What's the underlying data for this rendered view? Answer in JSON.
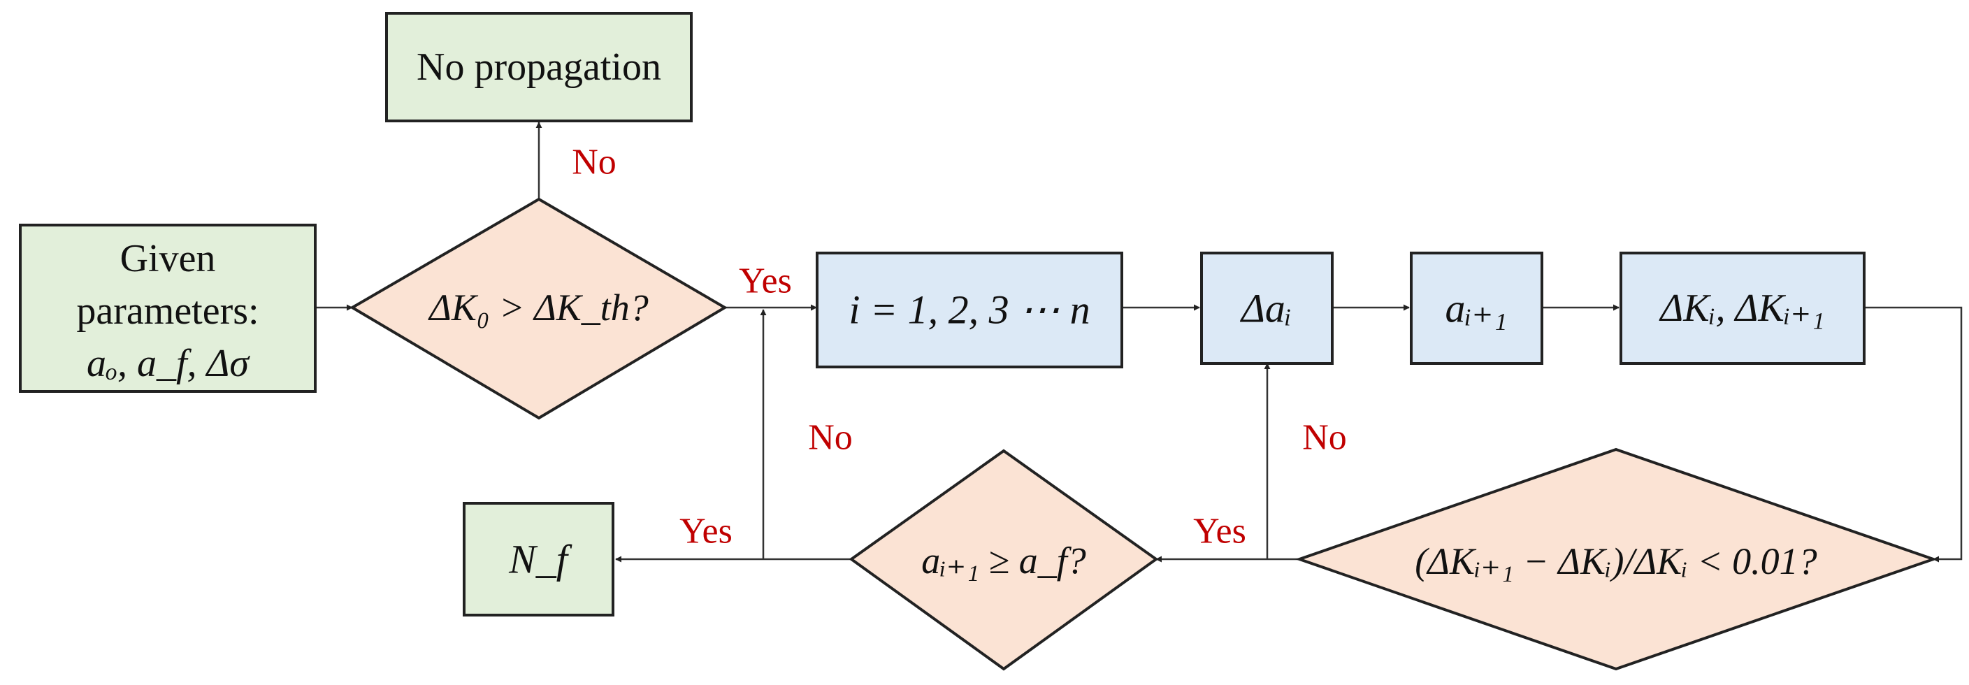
{
  "colors": {
    "start_box": "#e2efda",
    "process_box": "#dce9f6",
    "decision": "#fbe3d4",
    "branch_label": "#c00000",
    "stroke": "#222222"
  },
  "nodes": {
    "given": {
      "line1": "Given",
      "line2": "parameters:",
      "line3": "aₒ, a_f, Δσ"
    },
    "no_propagation": "No propagation",
    "threshold_check": "ΔK₀ > ΔK_th?",
    "loop": "i = 1, 2, 3 ⋯ n",
    "delta_a": "Δaᵢ",
    "a_next": "aᵢ₊₁",
    "delta_k": "ΔKᵢ, ΔKᵢ₊₁",
    "convergence_check": "(ΔKᵢ₊₁ − ΔKᵢ)/ΔKᵢ < 0.01?",
    "final_check": "aᵢ₊₁ ≥ a_f?",
    "result": "N_f"
  },
  "labels": {
    "threshold_no": "No",
    "threshold_yes": "Yes",
    "final_no": "No",
    "final_yes": "Yes",
    "convergence_no": "No",
    "convergence_yes": "Yes"
  }
}
